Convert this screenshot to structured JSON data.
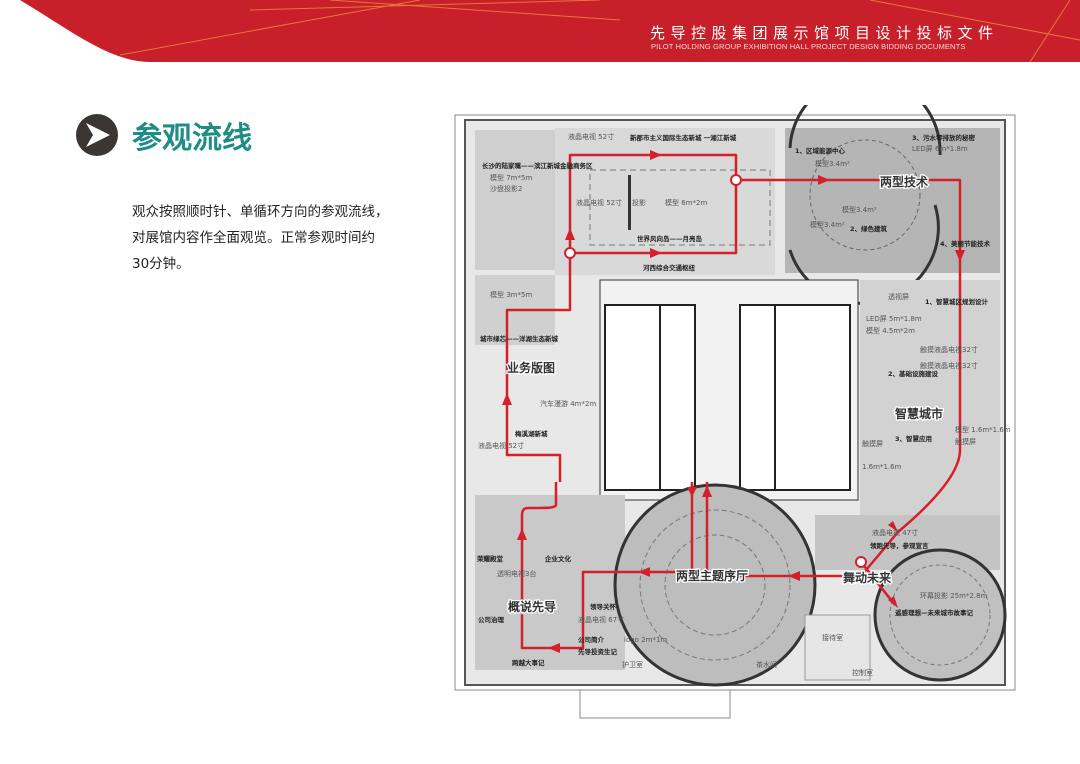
{
  "header": {
    "title": "先导控股集团展示馆项目设计投标文件",
    "subtitle": "PILOT HOLDING GROUP EXHIBITION HALL PROJECT DESIGN BIDDING DOCUMENTS",
    "color": "#c8202a"
  },
  "section": {
    "title": "参观流线",
    "icon": "play-arrow-icon",
    "title_color": "#1f8d86",
    "description": [
      "观众按照顺时针、单循环方向的参观流线，",
      "对展馆内容作全面观览。正常参观时间约",
      "30分钟。"
    ]
  },
  "plan": {
    "zones": {
      "tech": "两型技术",
      "business": "业务版图",
      "smart_city": "智慧城市",
      "future": "舞动未来",
      "prelude": "两型主题序厅",
      "overview": "概说先导"
    },
    "labels": {
      "lcd52_top": "液晶电视 52寸",
      "xinzhou": "新郡市主义国际生态新城 一湘江新城",
      "changsha": "长沙的陆家嘴——滨江新城金融商务区",
      "model7x5": "模型 7m*5m",
      "sand2": "沙盘投影2",
      "lcd52_mid": "液晶电视 52寸",
      "projection": "投影",
      "model6x2": "模型 6m*2m",
      "world_island": "世界风向岛——月亮岛",
      "hexi": "河西综合交通枢纽",
      "district": "1、区域能源中心",
      "model34a": "模型3.4m²",
      "model34b": "模型3.4m²",
      "model34c": "模型3.4m²",
      "green": "2、绿色建筑",
      "sewage": "3、污水零排放的秘密",
      "led6": "LED屏 6m*1.8m",
      "energy": "4、美丽节能技术",
      "model3x5": "模型 3m*5m",
      "city_green": "城市绿芯——洋湖生态新城",
      "screen": "透视屏",
      "smart_plan": "1、智慧城区规划设计",
      "led5": "LED屏 5m*1.8m",
      "model45": "模型 4.5m*2m",
      "lcd32a": "触摸液晶电视32寸",
      "lcd32b": "触摸液晶电视32寸",
      "smart_park": "2、基础设施建设",
      "car": "汽车漫游 4m*2m",
      "river_city": "梅溪湖新城",
      "lcd52_left": "液晶电视 52寸",
      "model16": "模型 1.6m*1.6m",
      "touch": "触摸屏",
      "smart_app": "3、智慧应用",
      "touch2": "触摸屏",
      "model16b": "1.6m*1.6m",
      "lcd47": "液晶电视 47寸",
      "leader": "领跑先导，参观宣言",
      "honor": "荣耀殿堂",
      "culture": "企业文化",
      "tv3": "透明电视3台",
      "governance": "公司治理",
      "leader_care": "领导关怀",
      "lcd67": "液晶电视 67寸",
      "intro": "公司简介",
      "logo": "logo 2m*1m",
      "record": "先导投资生记",
      "milestone": "跨越大事记",
      "ring": "环幕投影 25m*2.8m",
      "future_city": "遥感理想—未来城市故事记",
      "reception": "接待室",
      "security": "护卫室",
      "tea": "茶水间",
      "control": "控制室"
    },
    "route_color": "#d4202a"
  }
}
